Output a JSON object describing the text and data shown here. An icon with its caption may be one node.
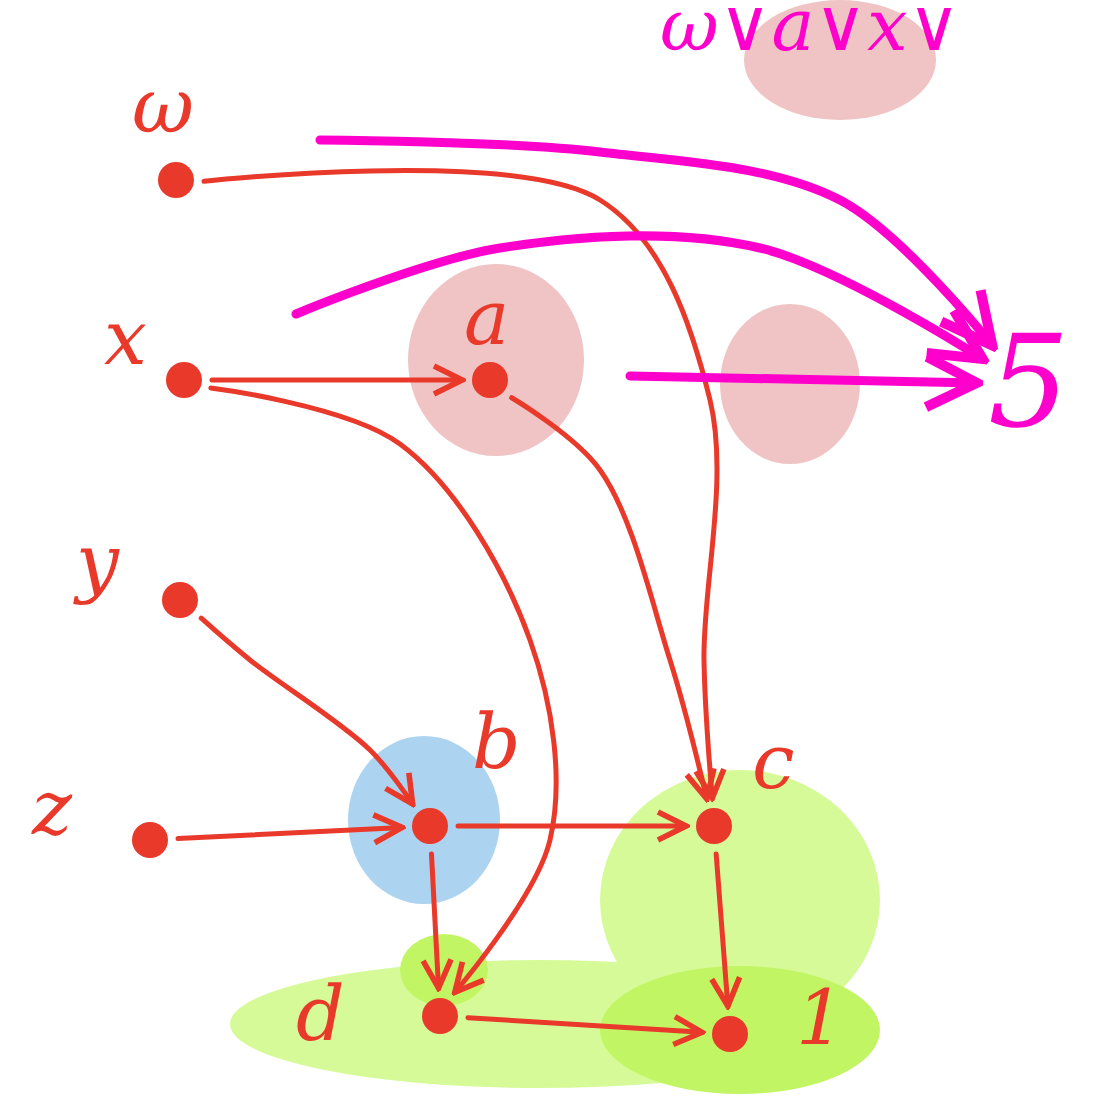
{
  "diagram": {
    "nodes": [
      {
        "text": [
          "ω"
        ]
      },
      {
        "text": [
          "x"
        ]
      },
      {
        "text": [
          "a"
        ]
      },
      {
        "text": [
          "y"
        ]
      },
      {
        "text": [
          "z"
        ]
      },
      {
        "text": [
          "b"
        ]
      },
      {
        "text": [
          "c"
        ]
      },
      {
        "text": [
          "d"
        ]
      },
      {
        "text": [
          "1"
        ]
      },
      {
        "text": [
          "5"
        ]
      }
    ],
    "edges": [
      {
        "from": 0,
        "to": 6,
        "arrow": "to"
      },
      {
        "from": 1,
        "to": 2,
        "arrow": "to"
      },
      {
        "from": 1,
        "to": 7,
        "arrow": "to"
      },
      {
        "from": 2,
        "to": 6,
        "arrow": "to"
      },
      {
        "from": 3,
        "to": 5,
        "arrow": "to"
      },
      {
        "from": 4,
        "to": 5,
        "arrow": "to"
      },
      {
        "from": 5,
        "to": 6,
        "arrow": "to"
      },
      {
        "from": 5,
        "to": 7,
        "arrow": "to"
      },
      {
        "from": 6,
        "to": 8,
        "arrow": "to"
      },
      {
        "from": 7,
        "to": 8,
        "arrow": "to"
      },
      {
        "from": null,
        "to": 9,
        "arrow": "to",
        "style": "thick",
        "color": "#ff00cc"
      },
      {
        "from": null,
        "to": 9,
        "arrow": "to",
        "style": "thick",
        "color": "#ff00cc"
      },
      {
        "from": null,
        "to": 9,
        "arrow": "to",
        "style": "thick",
        "color": "#ff00cc"
      }
    ],
    "labels": [
      "ω∨a∨x∨"
    ]
  }
}
